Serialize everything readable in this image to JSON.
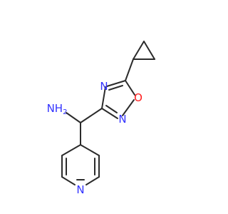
{
  "molecule": {
    "atoms": {
      "amine": "NH",
      "amine_sub": "2",
      "oxadiazole_n_top": "N",
      "oxadiazole_o": "O",
      "oxadiazole_n_bottom": "N",
      "pyridine_n": "N"
    },
    "colors": {
      "bond": "#2b2b2b",
      "nitrogen": "#3333ff",
      "oxygen": "#ff1a1a"
    }
  }
}
